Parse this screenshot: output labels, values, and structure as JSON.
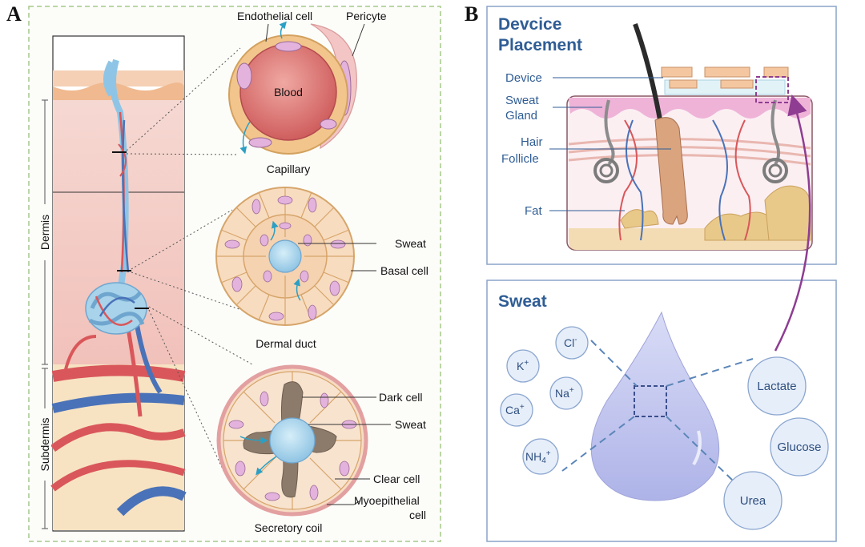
{
  "panels": {
    "a": "A",
    "b": "B"
  },
  "panel_a": {
    "depth_labels": {
      "dermis": "Dermis",
      "subdermis": "Subdermis"
    },
    "capillary": {
      "blood": "Blood",
      "endothelial": "Endothelial cell",
      "pericyte": "Pericyte",
      "caption": "Capillary"
    },
    "duct": {
      "sweat": "Sweat",
      "basal": "Basal cell",
      "caption": "Dermal duct"
    },
    "coil": {
      "dark": "Dark cell",
      "sweat": "Sweat",
      "clear": "Clear cell",
      "myo_line1": "Myoepithelial",
      "myo_line2": "cell",
      "caption": "Secretory coil"
    }
  },
  "panel_b": {
    "placement": {
      "title_line1": "Devcice",
      "title_line2": "Placement",
      "device": "Device",
      "sweat_gland_line1": "Sweat",
      "sweat_gland_line2": "Gland",
      "hair_line1": "Hair",
      "hair_line2": "Follicle",
      "fat": "Fat"
    },
    "sweat": {
      "title": "Sweat",
      "ions": {
        "cl": "Cl",
        "cl_sup": "-",
        "k": "K",
        "k_sup": "+",
        "na": "Na",
        "na_sup": "+",
        "ca": "Ca",
        "ca_sup": "+",
        "nh": "NH",
        "nh_sub": "4",
        "nh_sup": "+"
      },
      "molecules": {
        "lactate": "Lactate",
        "glucose": "Glucose",
        "urea": "Urea"
      }
    }
  },
  "colors": {
    "blood_red": "#d9575a",
    "vessel_blue": "#4a72b8",
    "skin_pink": "#f2c5c0",
    "sweat_blue": "#a9d3ea",
    "accent_purple": "#8e3d92",
    "title_blue": "#2f5d95"
  }
}
